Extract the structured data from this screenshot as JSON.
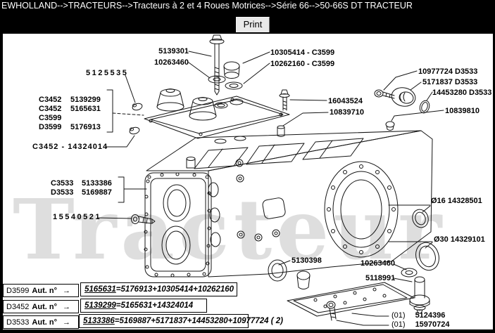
{
  "header": {
    "breadcrumb": "EWHOLLAND-->TRACTEURS-->Tracteurs à 2 et 4 Roues Motrices-->Série 66-->50-66S DT TRACTEUR",
    "print_label": "Print"
  },
  "watermark": "Tracteur",
  "colors": {
    "page_bg": "#000000",
    "panel_bg": "#ffffff",
    "header_text": "#ffffff",
    "label_text": "#000000",
    "button_bg": "#e9e9e9",
    "watermark": "#c4c4c4"
  },
  "callouts": {
    "top_bolt": "5139301",
    "top_washer": "10263460",
    "top_plug": "10305414 - C3599",
    "top_plug_washer": "10262160 - C3599",
    "left_plug": "5125535",
    "breather": "C3452 - 14324014",
    "cover_bolt": "16043524",
    "dowel": "10839710",
    "right_screw": "10977724 D3533",
    "right_cover": "5171837 D3533",
    "right_oring": "14453280 D3533",
    "right_plug": "10839810",
    "left_stud": "15540521",
    "seal_16": "Ø16 14328501",
    "seal_30": "Ø30 14329101",
    "bushing": "5130398",
    "bottom_washer": "10263460",
    "bottom_bolt": "5118991",
    "cover_group": [
      {
        "code": "C3452",
        "num": "5139299"
      },
      {
        "code": "C3452",
        "num": "5165631"
      },
      {
        "code": "C3599",
        "num": ""
      },
      {
        "code": "D3599",
        "num": "5176913"
      }
    ],
    "housing_group": [
      {
        "code": "C3533",
        "num": "5133386"
      },
      {
        "code": "D3533",
        "num": "5169887"
      }
    ],
    "footnotes": [
      {
        "qty": "(01)",
        "num": "5124396"
      },
      {
        "qty": "(01)",
        "num": "15970724"
      }
    ]
  },
  "assembly_table": {
    "rows": [
      {
        "model": "D3599",
        "caption": "Aut. n°",
        "arrow": "→",
        "head": "5165631",
        "tail": "=5176913+10305414+10262160"
      },
      {
        "model": "D3452",
        "caption": "Aut. n°",
        "arrow": "→",
        "head": "5139299",
        "tail": "=5165631+14324014"
      },
      {
        "model": "D3533",
        "caption": "Aut. n°",
        "arrow": "→",
        "head": "5133386",
        "tail": "=5169887+5171837+14453280+10977724 ( 2)"
      }
    ]
  }
}
